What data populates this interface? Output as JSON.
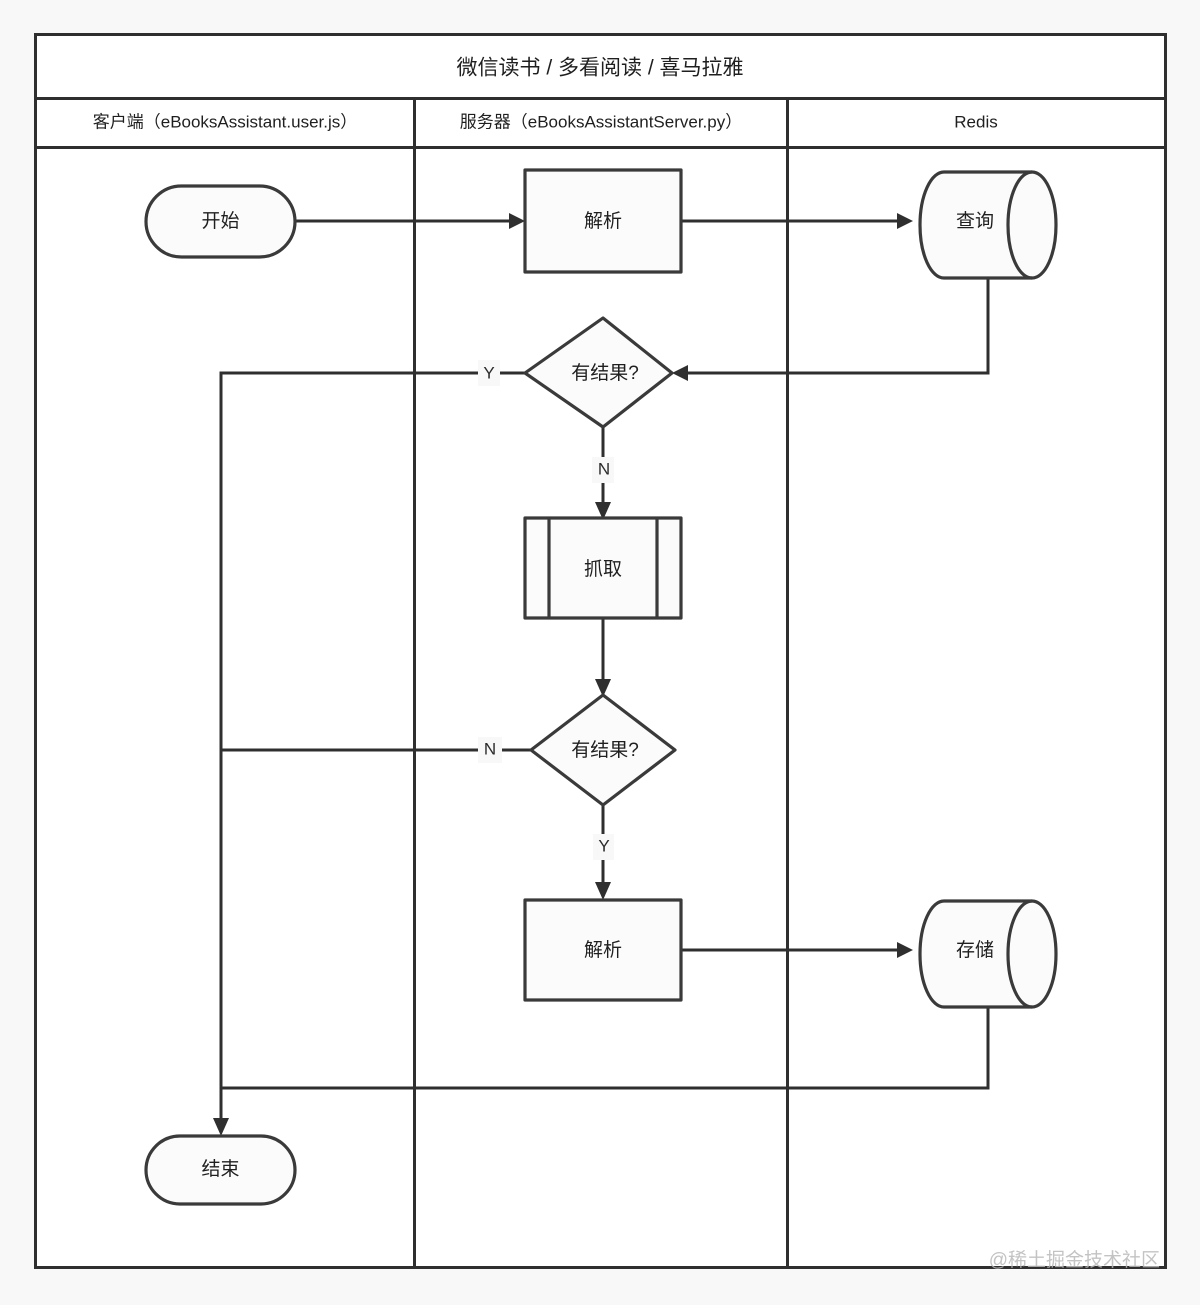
{
  "diagram": {
    "type": "flowchart",
    "title": "微信读书 / 多看阅读 / 喜马拉雅",
    "lanes": [
      {
        "id": "client",
        "label": "客户端（eBooksAssistant.user.js）"
      },
      {
        "id": "server",
        "label": "服务器（eBooksAssistantServer.py）"
      },
      {
        "id": "redis",
        "label": "Redis"
      }
    ],
    "nodes": [
      {
        "id": "start",
        "label": "开始",
        "shape": "terminator",
        "lane": "client"
      },
      {
        "id": "parse1",
        "label": "解析",
        "shape": "process",
        "lane": "server"
      },
      {
        "id": "query",
        "label": "查询",
        "shape": "database",
        "lane": "redis"
      },
      {
        "id": "decision1",
        "label": "有结果?",
        "shape": "decision",
        "lane": "server"
      },
      {
        "id": "fetch",
        "label": "抓取",
        "shape": "predefined-process",
        "lane": "server"
      },
      {
        "id": "decision2",
        "label": "有结果?",
        "shape": "decision",
        "lane": "server"
      },
      {
        "id": "parse2",
        "label": "解析",
        "shape": "process",
        "lane": "server"
      },
      {
        "id": "store",
        "label": "存储",
        "shape": "database",
        "lane": "redis"
      },
      {
        "id": "end",
        "label": "结束",
        "shape": "terminator",
        "lane": "client"
      }
    ],
    "edges": [
      {
        "from": "start",
        "to": "parse1",
        "label": ""
      },
      {
        "from": "parse1",
        "to": "query",
        "label": ""
      },
      {
        "from": "query",
        "to": "decision1",
        "label": ""
      },
      {
        "from": "decision1",
        "to": "end",
        "label": "Y"
      },
      {
        "from": "decision1",
        "to": "fetch",
        "label": "N"
      },
      {
        "from": "fetch",
        "to": "decision2",
        "label": ""
      },
      {
        "from": "decision2",
        "to": "end",
        "label": "N"
      },
      {
        "from": "decision2",
        "to": "parse2",
        "label": "Y"
      },
      {
        "from": "parse2",
        "to": "store",
        "label": ""
      },
      {
        "from": "store",
        "to": "end",
        "label": ""
      }
    ],
    "edge_labels": {
      "yes": "Y",
      "no": "N"
    },
    "colors": {
      "stroke": "#2f2f2f",
      "node_fill": "#fbfbfb",
      "background": "#f8f8f8",
      "text": "#1f1f1f",
      "watermark": "#b9b9b9"
    }
  },
  "watermark": {
    "text": "@稀土掘金技术社区"
  }
}
